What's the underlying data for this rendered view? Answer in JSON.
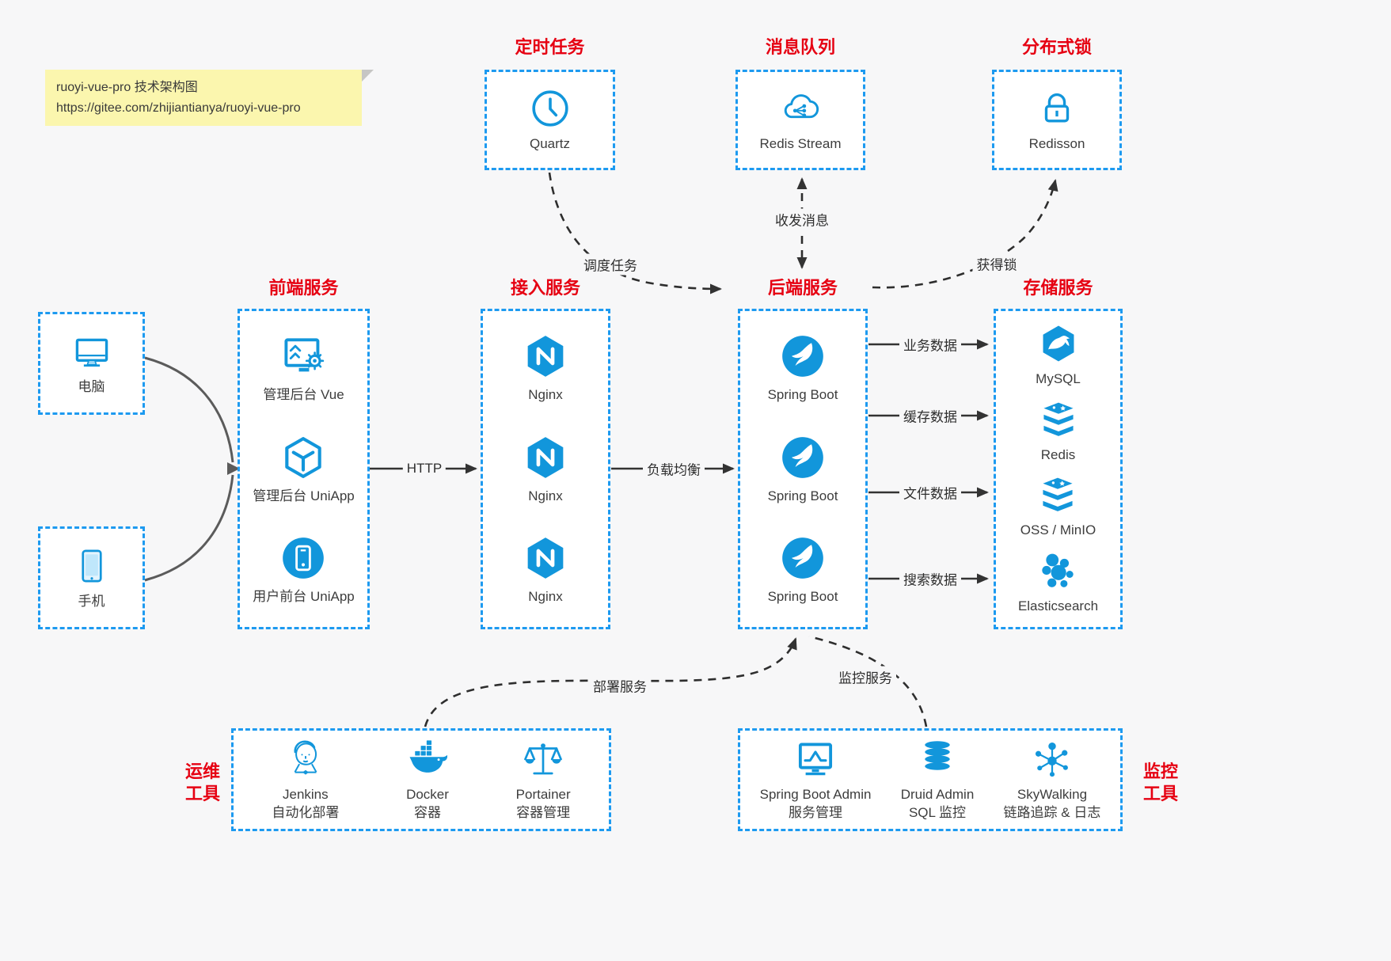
{
  "colors": {
    "accent_blue": "#1296db",
    "border_blue": "#1d9af0",
    "title_red": "#e60012",
    "arrow_dark": "#333333",
    "note_bg": "#fbf6ae",
    "canvas_bg": "#f7f7f8"
  },
  "note": {
    "line1": "ruoyi-vue-pro 技术架构图",
    "line2": "https://gitee.com/zhijiantianya/ruoyi-vue-pro"
  },
  "top_groups": [
    {
      "title": "定时任务",
      "label": "Quartz",
      "icon": "clock-icon"
    },
    {
      "title": "消息队列",
      "label": "Redis Stream",
      "icon": "cloud-queue-icon"
    },
    {
      "title": "分布式锁",
      "label": "Redisson",
      "icon": "lock-icon"
    }
  ],
  "clients": [
    {
      "label": "电脑",
      "icon": "desktop-icon"
    },
    {
      "label": "手机",
      "icon": "phone-icon"
    }
  ],
  "columns": [
    {
      "title": "前端服务",
      "items": [
        {
          "label": "管理后台 Vue",
          "icon": "admin-vue-icon"
        },
        {
          "label": "管理后台 UniApp",
          "icon": "uniapp-cube-icon"
        },
        {
          "label": "用户前台 UniApp",
          "icon": "user-app-icon"
        }
      ]
    },
    {
      "title": "接入服务",
      "items": [
        {
          "label": "Nginx",
          "icon": "nginx-icon"
        },
        {
          "label": "Nginx",
          "icon": "nginx-icon"
        },
        {
          "label": "Nginx",
          "icon": "nginx-icon"
        }
      ]
    },
    {
      "title": "后端服务",
      "items": [
        {
          "label": "Spring Boot",
          "icon": "spring-icon"
        },
        {
          "label": "Spring Boot",
          "icon": "spring-icon"
        },
        {
          "label": "Spring Boot",
          "icon": "spring-icon"
        }
      ]
    },
    {
      "title": "存储服务",
      "items": [
        {
          "label": "MySQL",
          "icon": "mysql-icon"
        },
        {
          "label": "Redis",
          "icon": "redis-icon"
        },
        {
          "label": "OSS / MinIO",
          "icon": "oss-icon"
        },
        {
          "label": "Elasticsearch",
          "icon": "elasticsearch-icon"
        }
      ]
    }
  ],
  "edges": {
    "http": "HTTP",
    "load_balance": "负载均衡",
    "schedule": "调度任务",
    "message": "收发消息",
    "lock": "获得锁",
    "business": "业务数据",
    "cache": "缓存数据",
    "file": "文件数据",
    "search": "搜索数据",
    "deploy": "部署服务",
    "monitor": "监控服务"
  },
  "bottom_groups": [
    {
      "title_lines": [
        "运维",
        "工具"
      ],
      "items": [
        {
          "name": "Jenkins",
          "desc": "自动化部署",
          "icon": "jenkins-icon"
        },
        {
          "name": "Docker",
          "desc": "容器",
          "icon": "docker-icon"
        },
        {
          "name": "Portainer",
          "desc": "容器管理",
          "icon": "scales-icon"
        }
      ]
    },
    {
      "title_lines": [
        "监控",
        "工具"
      ],
      "items": [
        {
          "name": "Spring Boot Admin",
          "desc": "服务管理",
          "icon": "monitor-chart-icon"
        },
        {
          "name": "Druid Admin",
          "desc": "SQL 监控",
          "icon": "database-icon"
        },
        {
          "name": "SkyWalking",
          "desc": "链路追踪 & 日志",
          "icon": "network-hub-icon"
        }
      ]
    }
  ]
}
